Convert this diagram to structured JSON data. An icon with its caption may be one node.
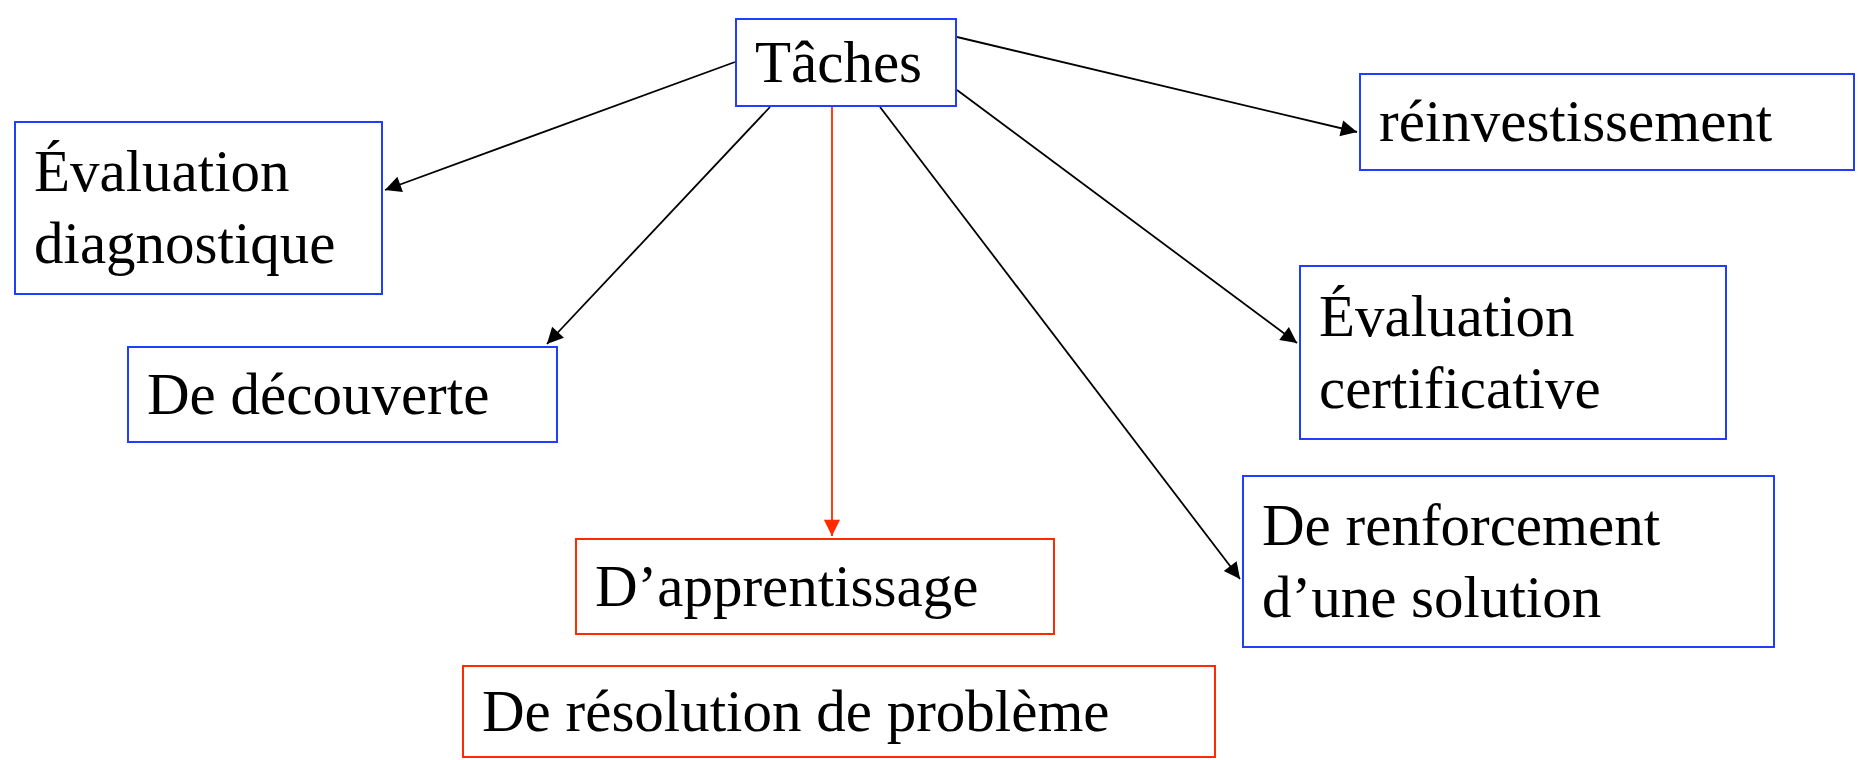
{
  "diagram": {
    "nodes": [
      {
        "text": [
          "Tâches"
        ]
      },
      {
        "text": [
          "Évaluation diagnostique"
        ]
      },
      {
        "text": [
          "De découverte"
        ]
      },
      {
        "text": [
          "D’apprentissage"
        ]
      },
      {
        "text": [
          "De résolution de problème"
        ]
      },
      {
        "text": [
          "réinvestissement"
        ]
      },
      {
        "text": [
          "Évaluation certificative"
        ]
      },
      {
        "text": [
          "De renforcement d’une solution"
        ]
      }
    ],
    "edges": [
      {
        "from": 0,
        "to": 1,
        "arrow": "to"
      },
      {
        "from": 0,
        "to": 2,
        "arrow": "to"
      },
      {
        "from": 0,
        "to": 3,
        "arrow": "to",
        "color": "#ff2a00"
      },
      {
        "from": 0,
        "to": 7,
        "arrow": "to"
      },
      {
        "from": 0,
        "to": 6,
        "arrow": "to"
      },
      {
        "from": 0,
        "to": 5,
        "arrow": "to"
      }
    ]
  }
}
